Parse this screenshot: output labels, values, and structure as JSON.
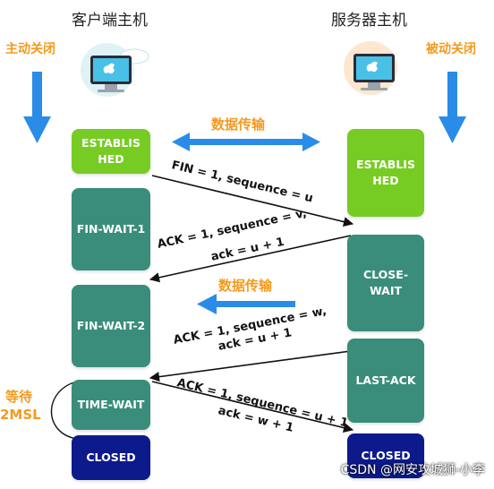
{
  "client": {
    "title": "客户端主机",
    "role": "主动关闭",
    "states": [
      "ESTABLIS HED",
      "FIN-WAIT-1",
      "FIN-WAIT-2",
      "TIME-WAIT",
      "CLOSED"
    ],
    "wait_label": "等待",
    "wait_value": "2MSL"
  },
  "server": {
    "title": "服务器主机",
    "role": "被动关闭",
    "states": [
      "ESTABLIS HED",
      "CLOSE- WAIT",
      "LAST-ACK",
      "CLOSED"
    ]
  },
  "data_transfer_top": "数据传输",
  "data_transfer_mid": "数据传输",
  "messages": {
    "m1": "FIN = 1, sequence = u",
    "m2a": "ACK = 1, sequence = v,",
    "m2b": "ack = u + 1",
    "m3a": "ACK = 1, sequence = w,",
    "m3b": "ack = u + 1",
    "m4a": "ACK = 1, sequence = u + 1",
    "m4b": "ack = w + 1"
  },
  "watermark": "CSDN @网安攻城狮-小李",
  "colors": {
    "established": "#77cc23",
    "state": "#3a8d7a",
    "closed": "#0d1a8c",
    "accent": "#f39a1e",
    "arrow": "#2b8ce8"
  },
  "icons": [
    "mac-monitor-icon",
    "mac-monitor-icon"
  ]
}
